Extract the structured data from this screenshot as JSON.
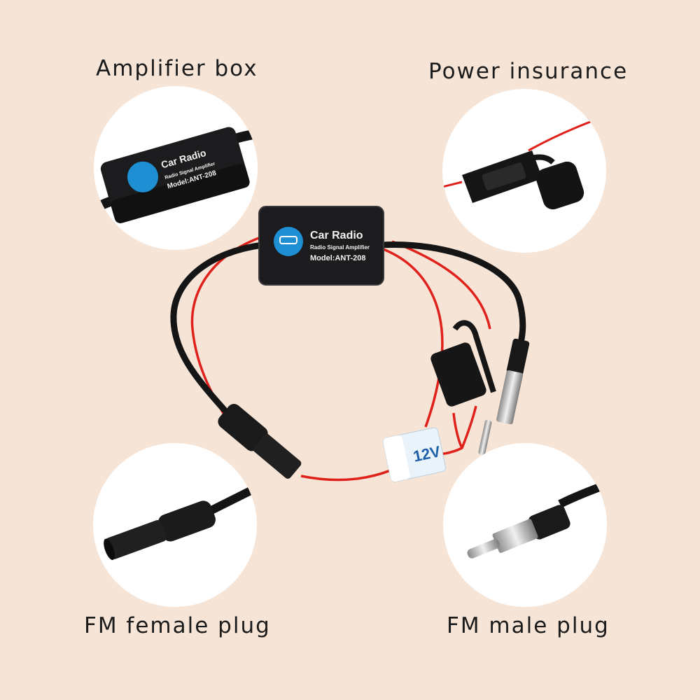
{
  "labels": {
    "amplifier_box": "Amplifier box",
    "power_insurance": "Power insurance",
    "fm_female_plug": "FM female plug",
    "fm_male_plug": "FM male plug"
  },
  "device": {
    "title": "Car Radio",
    "subtitle": "Radio Signal Amplifier",
    "model": "Model:ANT-208"
  },
  "tag": {
    "voltage": "12V"
  },
  "colors": {
    "background": "#f6e4d6",
    "cable": "#151515",
    "wire": "#e0211b",
    "box": "#1c1c1e",
    "badge": "#1f8fd3"
  }
}
